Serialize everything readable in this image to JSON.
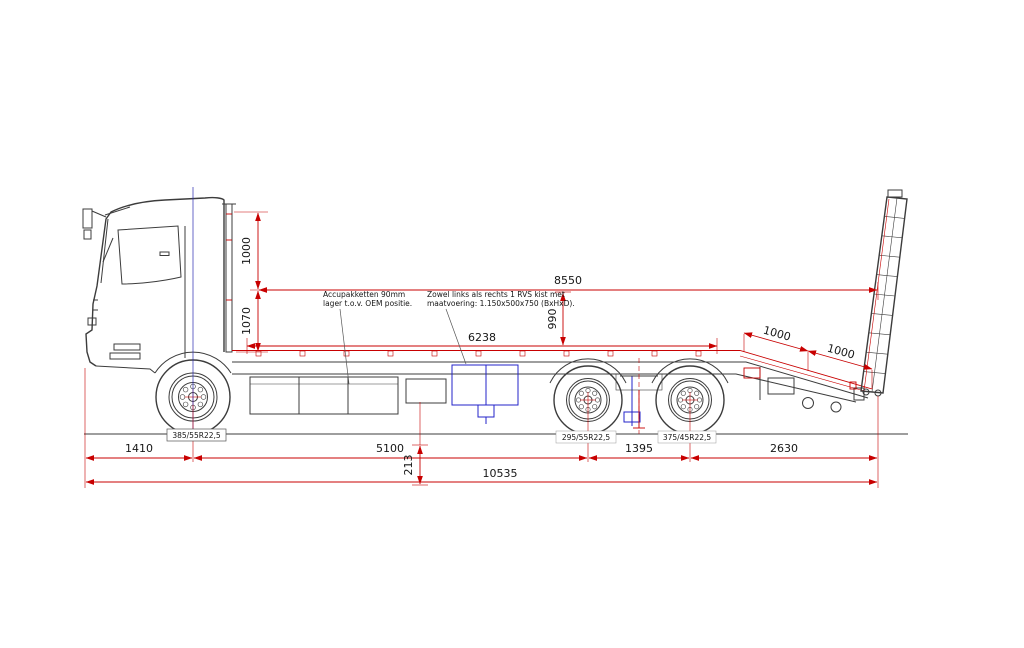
{
  "drawing": {
    "dimensions": {
      "headboard_height": "1000",
      "cab_to_bed": "1070",
      "body_length": "8550",
      "deck_height": "990",
      "inner_length": "6238",
      "slope_section_1": "1000",
      "slope_section_2": "1000",
      "front_overhang": "1410",
      "wheelbase": "5100",
      "bogie_spread": "1395",
      "rear_overhang": "2630",
      "offset_small": "213",
      "total_length": "10535"
    },
    "tires": {
      "front": "385/55R22,5",
      "rear_first": "295/55R22,5",
      "rear_second": "375/45R22,5"
    },
    "notes": {
      "battery_line1": "Accupakketten 90mm",
      "battery_line2": "lager t.o.v. OEM positie.",
      "box_line1": "Zowel links als rechts 1 RVS kist met",
      "box_line2": "maatvoering: 1.150x500x750 (BxHxD)."
    },
    "colors": {
      "dimension_red": "#c80000",
      "detail_blue": "#2323c8",
      "line_dark": "#3c3c3c"
    }
  }
}
